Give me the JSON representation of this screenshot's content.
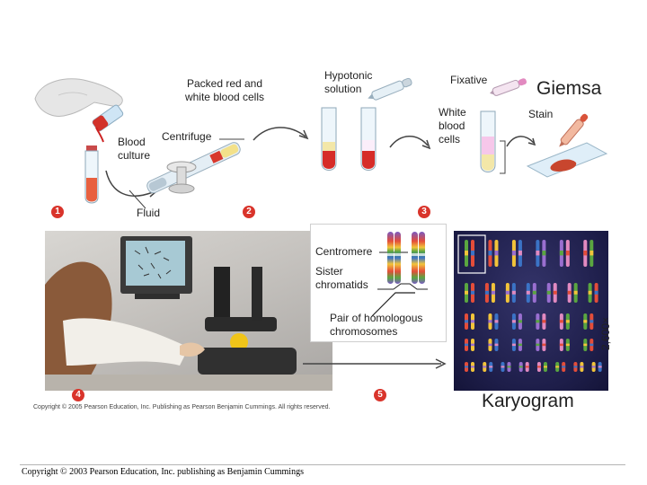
{
  "labels": {
    "packed_cells": "Packed red and\nwhite blood cells",
    "hypotonic": "Hypotonic\nsolution",
    "fixative": "Fixative",
    "giemsa": "Giemsa",
    "white_blood_cells": "White\nblood\ncells",
    "stain": "Stain",
    "blood_culture": "Blood\nculture",
    "centrifuge": "Centrifuge",
    "fluid": "Fluid",
    "centromere": "Centromere",
    "sister_chromatids": "Sister\nchromatids",
    "homologous": "Pair of homologous\nchromosomes",
    "karyogram": "Karyogram",
    "magnification": "2,600×"
  },
  "steps": [
    "1",
    "2",
    "3",
    "4",
    "5"
  ],
  "copyright_photo": "Copyright © 2005 Pearson Education, Inc. Publishing as Pearson Benjamin Cummings. All rights reserved.",
  "copyright_footer": "Copyright © 2003 Pearson Education, Inc. publishing as Benjamin Cummings",
  "colors": {
    "step_badge": "#d9342b",
    "blood": "#cc2222",
    "karyogram_bg": "#1e1e4a",
    "arrow": "#444444"
  }
}
